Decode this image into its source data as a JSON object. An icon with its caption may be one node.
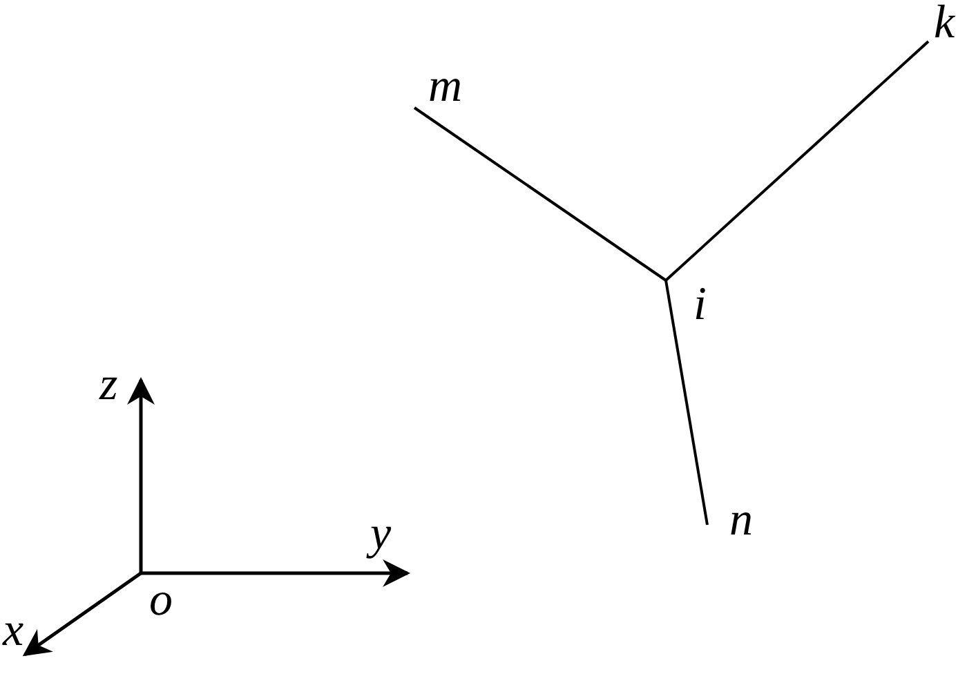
{
  "diagram": {
    "nodes": [
      {
        "text": [
          "m"
        ]
      },
      {
        "text": [
          "k"
        ]
      },
      {
        "text": [
          "i"
        ]
      },
      {
        "text": [
          "n"
        ]
      }
    ],
    "edges": [
      {
        "from": 2,
        "to": 0,
        "arrow": "none"
      },
      {
        "from": 2,
        "to": 1,
        "arrow": "none"
      },
      {
        "from": 2,
        "to": 3,
        "arrow": "none"
      }
    ],
    "labels": [
      "z",
      "y",
      "o",
      "x"
    ]
  }
}
